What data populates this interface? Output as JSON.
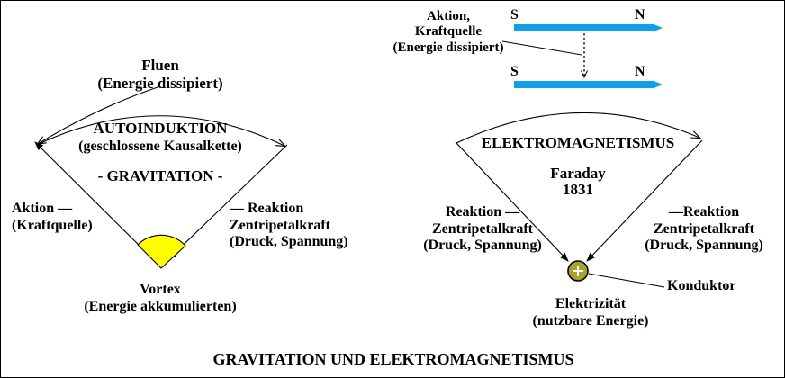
{
  "figure": {
    "caption": "GRAVITATION UND ELEKTROMAGNETISMUS",
    "background_color": "#ffffff",
    "line_color": "#000000",
    "vortex_color": "#ffff00",
    "conductor_color": "#a2a42e",
    "magnet_arrow_color": "#0d9fe8"
  },
  "left_panel": {
    "title": "AUTOINDUKTION",
    "subtitle": "(geschlossene Kausalkette)",
    "system": "- GRAVITATION -",
    "top_label_line1": "Fluen",
    "top_label_line2": "(Energie dissipiert)",
    "action_line1": "Aktion —",
    "action_line2": "(Kraftquelle)",
    "reaction_line1": "— Reaktion",
    "reaction_line2": "Zentripetalkraft",
    "reaction_line3": "(Druck, Spannung)",
    "node_line1": "Vortex",
    "node_line2": "(Energie akkumulierten)"
  },
  "right_panel": {
    "title": "ELEKTROMAGNETISMUS",
    "discoverer": "Faraday",
    "year": "1831",
    "source_line1": "Aktion,",
    "source_line2": "Kraftquelle",
    "source_line3": "(Energie dissipiert)",
    "magnet_top": {
      "south": "S",
      "north": "N"
    },
    "magnet_bottom": {
      "south": "S",
      "north": "N"
    },
    "reaction_left_line1": "Reaktion —",
    "reaction_left_line2": "Zentripetalkraft",
    "reaction_left_line3": "(Druck, Spannung)",
    "reaction_right_line1": "—Reaktion",
    "reaction_right_line2": "Zentripetalkraft",
    "reaction_right_line3": "(Druck, Spannung)",
    "conductor_label": "Konduktor",
    "node_line1": "Elektrizität",
    "node_line2": "(nutzbare Energie)"
  }
}
